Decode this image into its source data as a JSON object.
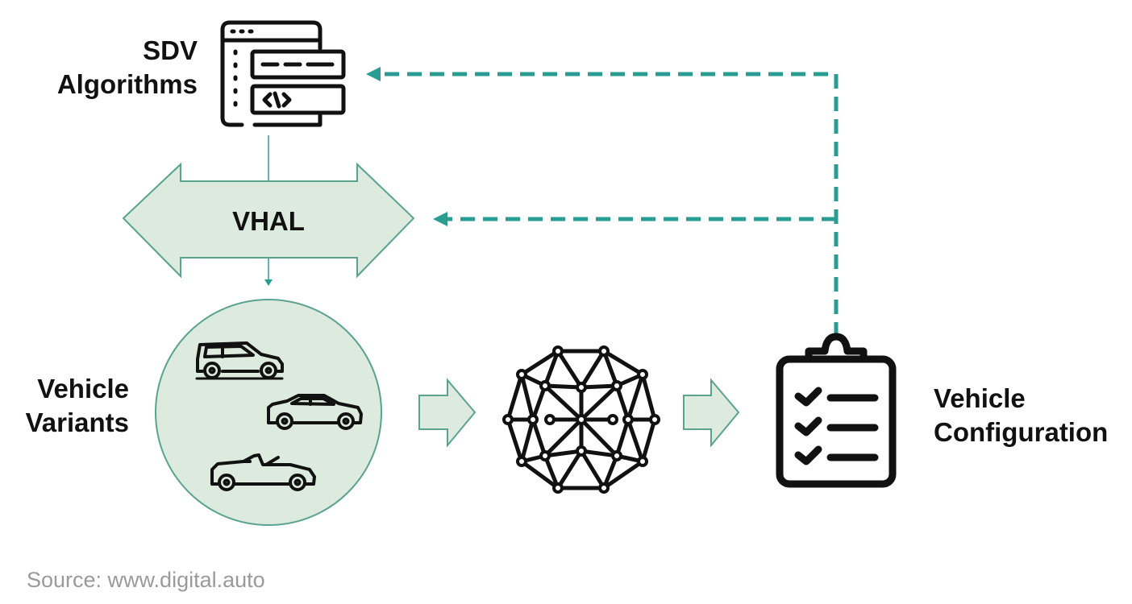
{
  "labels": {
    "sdv_line1": "SDV",
    "sdv_line2": "Algorithms",
    "vhal": "VHAL",
    "variants_line1": "Vehicle",
    "variants_line2": "Variants",
    "config_line1": "Vehicle",
    "config_line2": "Configuration",
    "source": "Source: www.digital.auto"
  },
  "code_window_glyph": "</>",
  "icons": [
    "code-window-icon",
    "suv-icon",
    "sedan-icon",
    "convertible-icon",
    "neural-network-icon",
    "clipboard-checklist-icon"
  ],
  "colors": {
    "teal_line": "#2a9d93",
    "soft_fill": "#dcebdd",
    "outline": "#5aa391",
    "icon_stroke": "#111111",
    "source_text": "#9a9a9a"
  }
}
